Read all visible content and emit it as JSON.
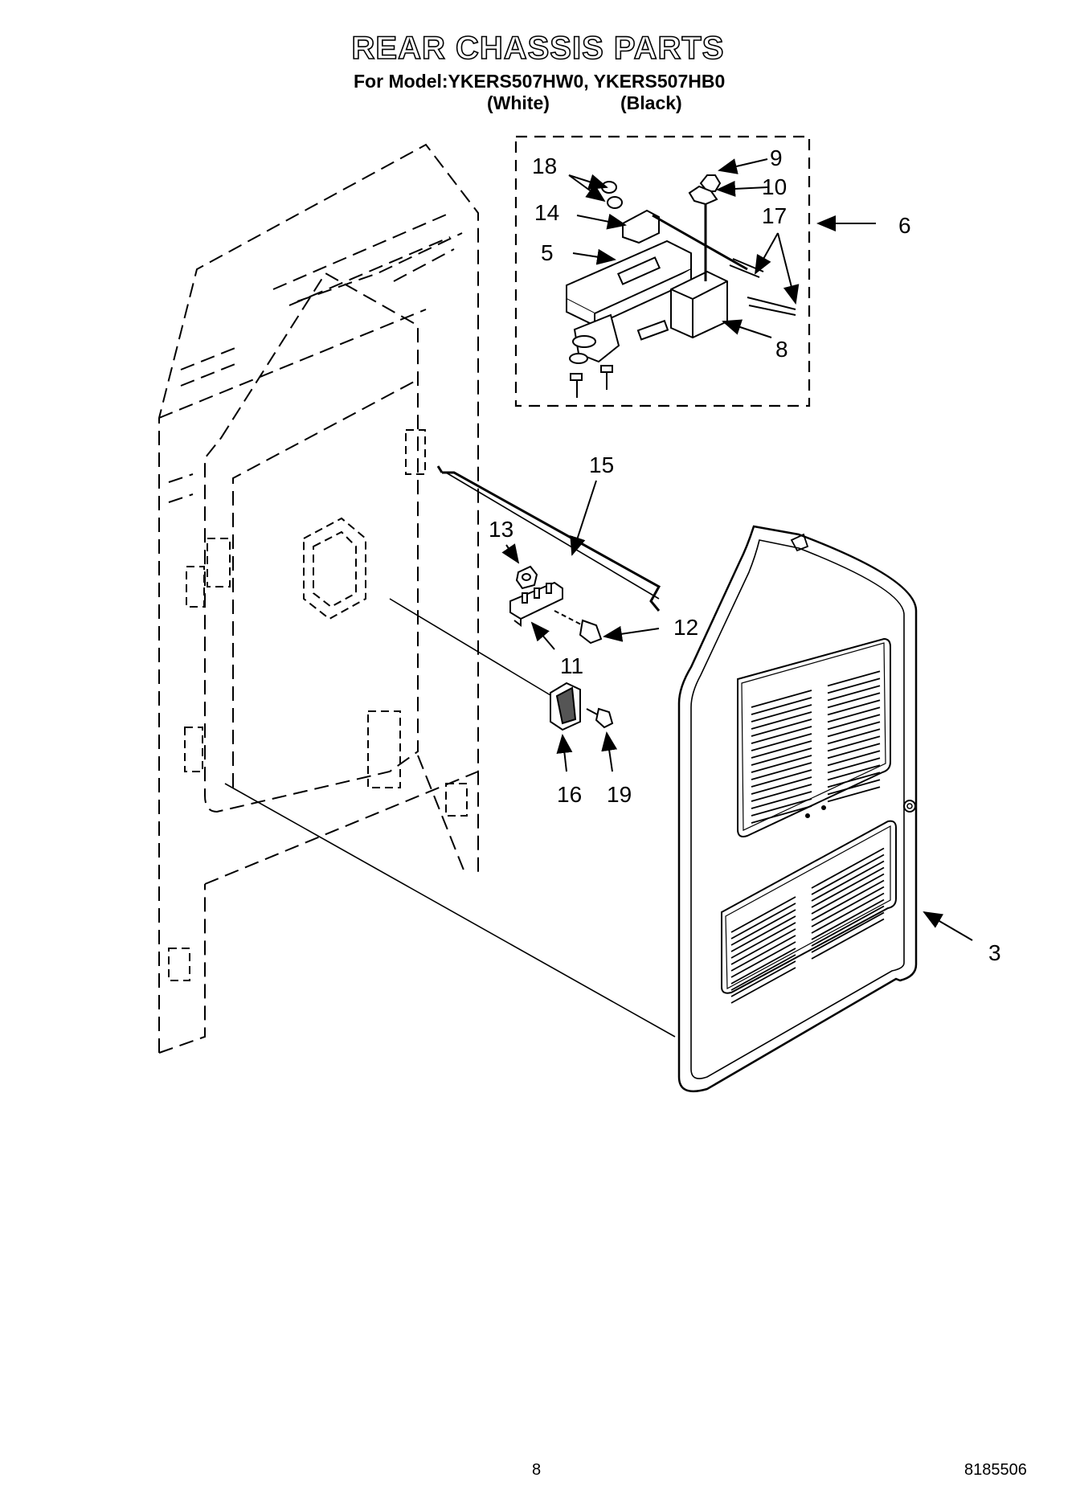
{
  "header": {
    "title": "REAR CHASSIS PARTS",
    "model_line": "For Model:YKERS507HW0, YKERS507HB0",
    "variant_white": "(White)",
    "variant_black": "(Black)"
  },
  "callouts": {
    "c18": "18",
    "c9": "9",
    "c10": "10",
    "c14": "14",
    "c17": "17",
    "c6": "6",
    "c5": "5",
    "c8": "8",
    "c15": "15",
    "c13": "13",
    "c12": "12",
    "c11": "11",
    "c16": "16",
    "c19": "19",
    "c3": "3"
  },
  "footer": {
    "page_number": "8",
    "doc_number": "8185506"
  }
}
